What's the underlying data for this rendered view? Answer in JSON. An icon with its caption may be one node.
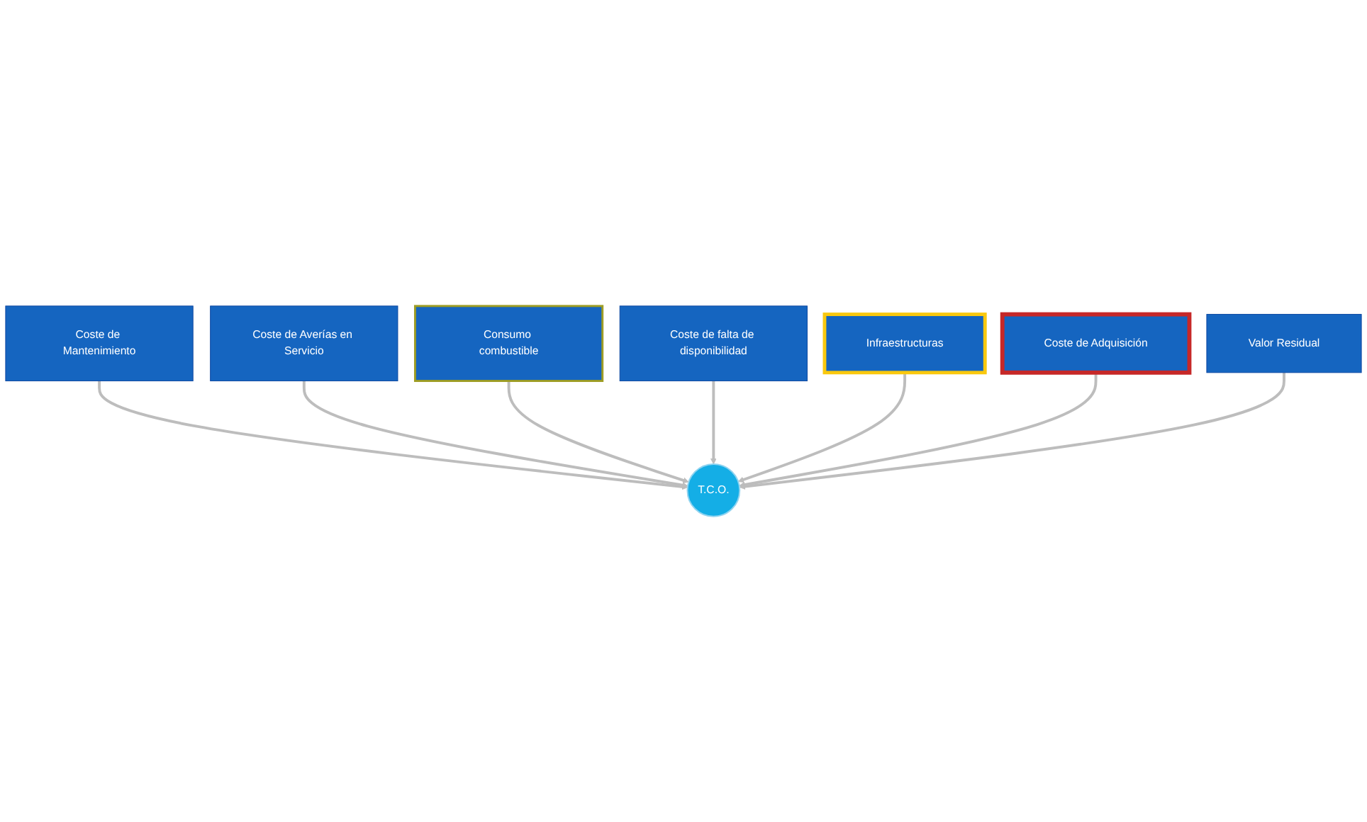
{
  "diagram": {
    "nodes": [
      {
        "text": [
          "Coste de Mantenimiento"
        ]
      },
      {
        "text": [
          "Coste de Averías en Servicio"
        ]
      },
      {
        "text": [
          "Consumo combustible"
        ]
      },
      {
        "text": [
          "Coste de falta de disponibilidad"
        ]
      },
      {
        "text": [
          "Infraestructuras"
        ]
      },
      {
        "text": [
          "T.C.O."
        ]
      },
      {
        "text": [
          "Coste de Adquisición"
        ]
      },
      {
        "text": [
          "Valor Residual"
        ]
      }
    ],
    "edges": [
      {
        "from": 0,
        "to": 5,
        "arrow": "to"
      },
      {
        "from": 1,
        "to": 5,
        "arrow": "to"
      },
      {
        "from": 2,
        "to": 5,
        "arrow": "to"
      },
      {
        "from": 3,
        "to": 5,
        "arrow": "to"
      },
      {
        "from": 4,
        "to": 5,
        "arrow": "to"
      },
      {
        "from": 6,
        "to": 5,
        "arrow": "to"
      },
      {
        "from": 7,
        "to": 5,
        "arrow": "to"
      }
    ]
  }
}
